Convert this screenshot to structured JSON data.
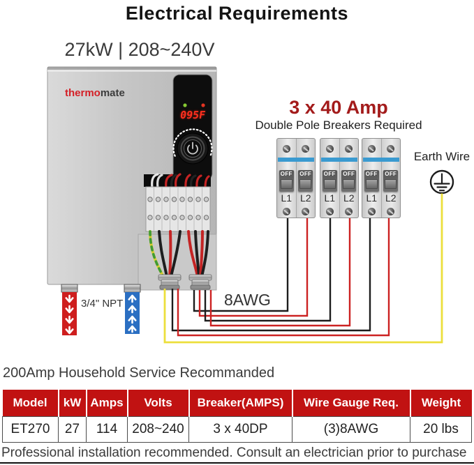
{
  "header": {
    "title": "Electrical Requirements",
    "spec": "27kW | 208~240V"
  },
  "heater": {
    "brand_part1": "thermo",
    "brand_part2": "mate",
    "display_reading": "095F",
    "display_leds": [
      "green-led",
      "red-led"
    ],
    "npt_label": "3/4\" NPT",
    "wire_gauge_label": "8AWG"
  },
  "breaker_section": {
    "heading": "3 x 40 Amp",
    "subheading": "Double Pole Breakers Required",
    "earth_label": "Earth Wire",
    "units": [
      {
        "pole1_switch": "OFF",
        "pole1_label": "L1",
        "pole2_switch": "OFF",
        "pole2_label": "L2"
      },
      {
        "pole1_switch": "OFF",
        "pole1_label": "L1",
        "pole2_switch": "OFF",
        "pole2_label": "L2"
      },
      {
        "pole1_switch": "OFF",
        "pole1_label": "L1",
        "pole2_switch": "OFF",
        "pole2_label": "L2"
      }
    ]
  },
  "service_note": "200Amp Household Service Recommanded",
  "table": {
    "headers": [
      "Model",
      "kW",
      "Amps",
      "Volts",
      "Breaker(AMPS)",
      "Wire Gauge Req.",
      "Weight"
    ],
    "rows": [
      [
        "ET270",
        "27",
        "114",
        "208~240",
        "3 x 40DP",
        "(3)8AWG",
        "20 lbs"
      ]
    ]
  },
  "footer_note": "Professional installation recommended. Consult an electrician prior to purchase",
  "colors": {
    "accent_red": "#a31b1b",
    "table_header_red": "#c11212",
    "wire_black": "#1c1c1c",
    "wire_red": "#cc2222",
    "wire_yellow": "#ecdf3c",
    "pipe_hot_red": "#ce1e1e",
    "pipe_cold_blue": "#2b6fc2",
    "breaker_stripe_blue": "#3a9ad0",
    "display_digits_red": "#ff2f1f"
  }
}
